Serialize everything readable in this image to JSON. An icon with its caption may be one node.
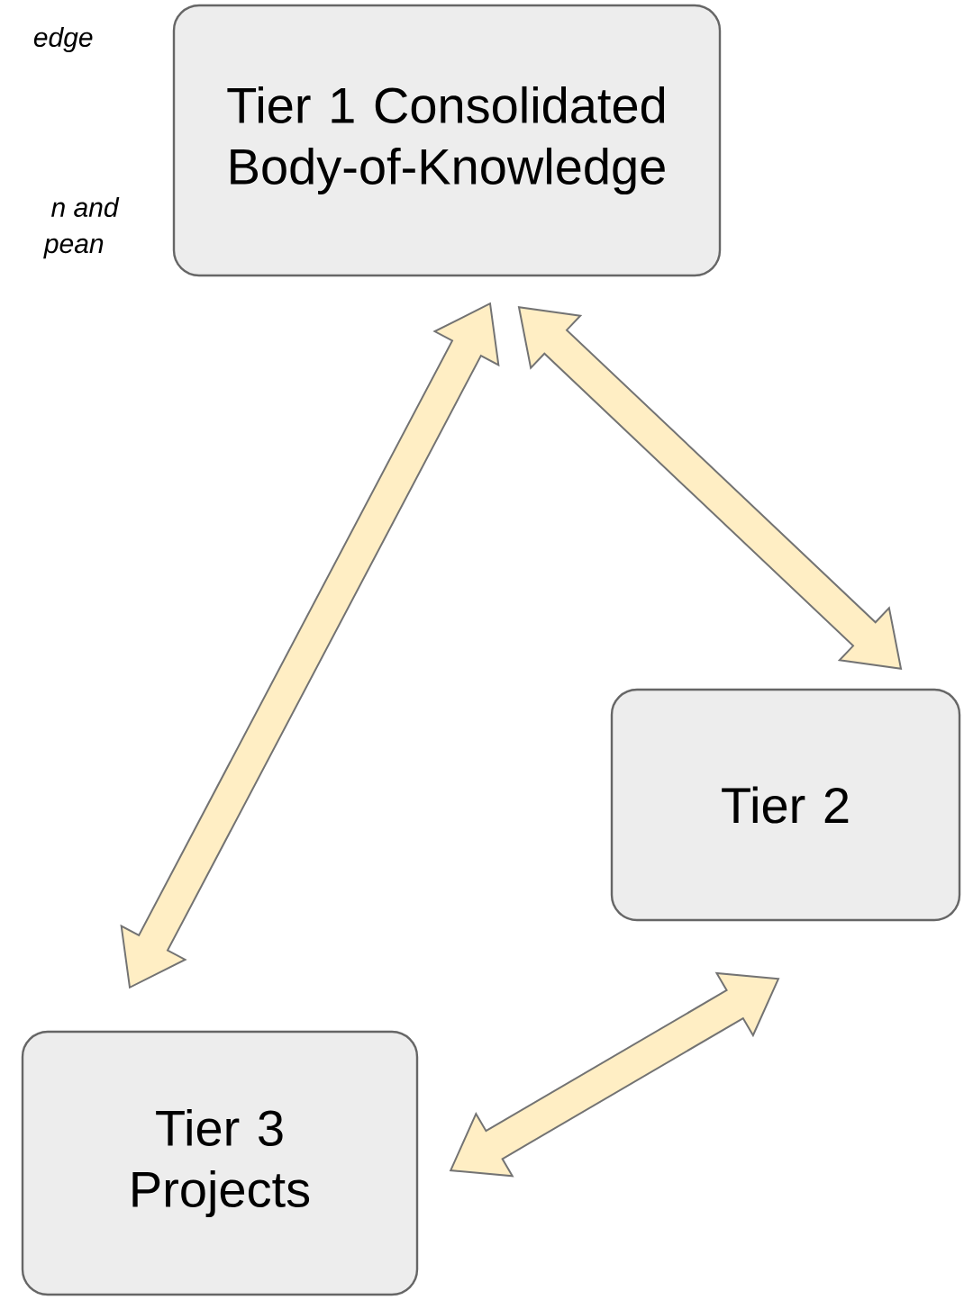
{
  "diagram": {
    "nodes": [
      {
        "text": [
          "Tier 1 Consolidated Body-of-Knowledge"
        ]
      },
      {
        "text": [
          "Tier 2"
        ]
      },
      {
        "text": [
          "Tier 3 Projects"
        ]
      }
    ],
    "edges": [
      {
        "from": 0,
        "to": 2,
        "arrow": "both"
      },
      {
        "from": 0,
        "to": 1,
        "arrow": "both"
      },
      {
        "from": 1,
        "to": 2,
        "arrow": "both"
      }
    ],
    "labels": [
      "edge",
      "n and",
      "pean"
    ]
  }
}
